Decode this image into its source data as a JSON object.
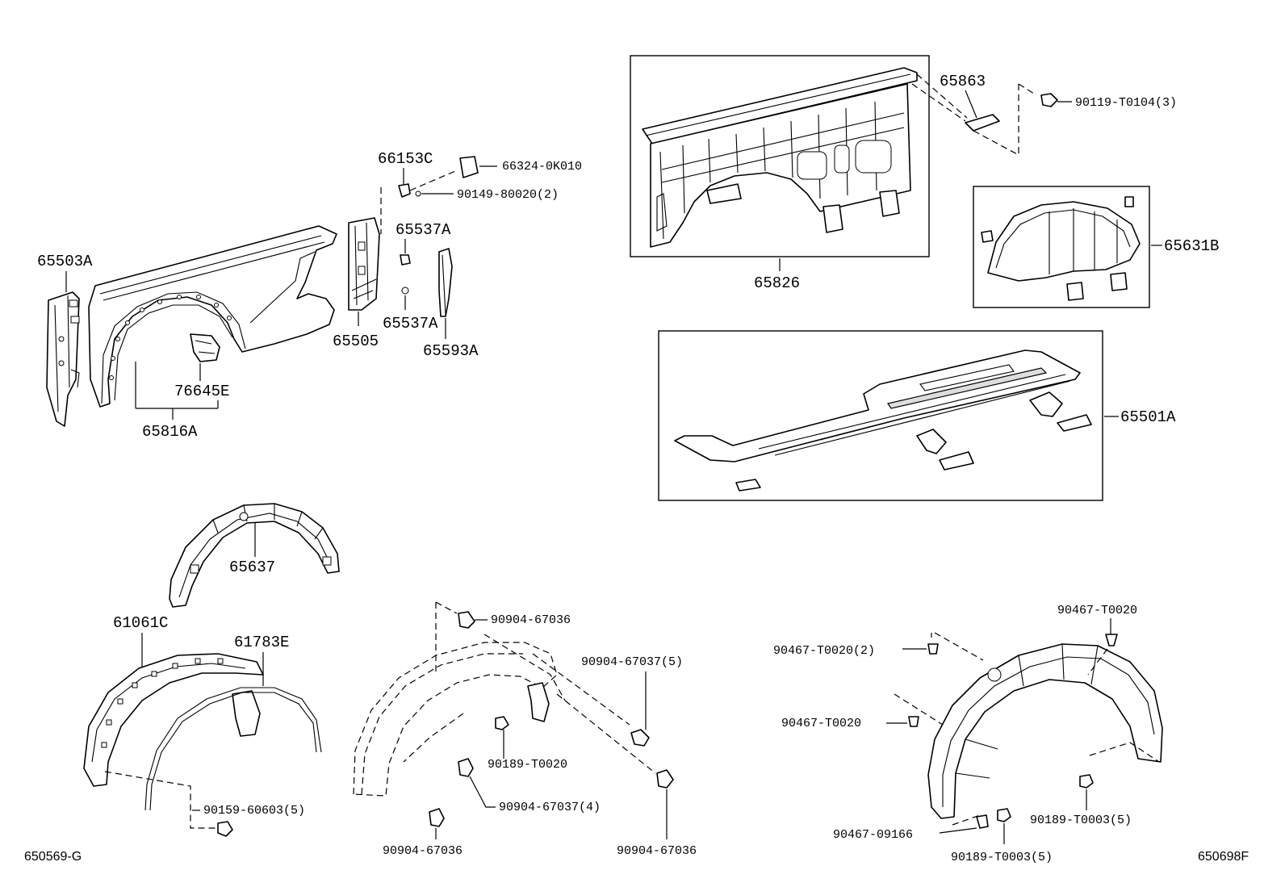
{
  "labels": {
    "p65503A": "65503A",
    "p65816A": "65816A",
    "p76645E": "76645E",
    "p65505": "65505",
    "p66153C": "66153C",
    "p66324": "66324-0K010",
    "p90149": "90149-80020(2)",
    "p65537A_top": "65537A",
    "p65537A_bot": "65537A",
    "p65593A": "65593A",
    "p65826": "65826",
    "p65863": "65863",
    "p90119": "90119-T0104(3)",
    "p65631B": "65631B",
    "p65501A": "65501A",
    "p65637": "65637",
    "p61061C": "61061C",
    "p61783E": "61783E",
    "p90159": "90159-60603(5)",
    "p90904_67036_top": "90904-67036",
    "p90904_67037_5": "90904-67037(5)",
    "p90189_T0020": "90189-T0020",
    "p90904_67037_4": "90904-67037(4)",
    "p90904_67036_bl": "90904-67036",
    "p90904_67036_br": "90904-67036",
    "p90467_T0020_tr": "90467-T0020",
    "p90467_T0020_2": "90467-T0020(2)",
    "p90467_T0020_mid": "90467-T0020",
    "p90189_T0003_r": "90189-T0003(5)",
    "p90467_09166": "90467-09166",
    "p90189_T0003_b": "90189-T0003(5)"
  },
  "footer": {
    "left_code": "650569-G",
    "right_code": "650698F"
  }
}
